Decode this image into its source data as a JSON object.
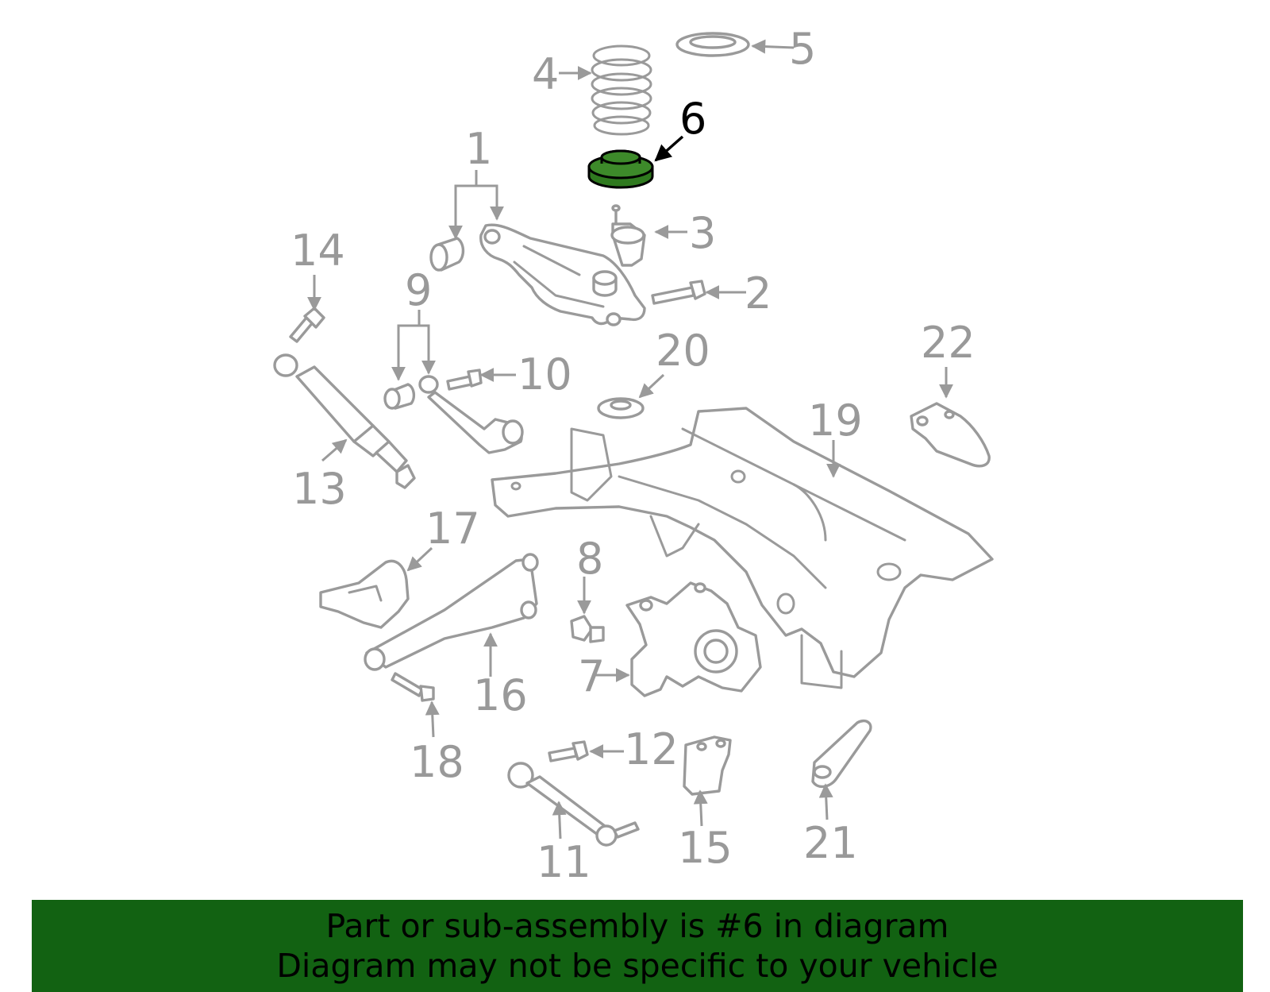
{
  "colors": {
    "highlight": "#2f7a1f",
    "banner": "#126212",
    "parts": "#9a9a9a",
    "labels": "#999999"
  },
  "highlighted_part": "6",
  "callouts": [
    "1",
    "2",
    "3",
    "4",
    "5",
    "6",
    "7",
    "8",
    "9",
    "10",
    "11",
    "12",
    "13",
    "14",
    "15",
    "16",
    "17",
    "18",
    "19",
    "20",
    "21",
    "22"
  ],
  "banner": {
    "line1": "Part or sub-assembly is #6 in diagram",
    "line2": "Diagram may not be specific to your vehicle"
  }
}
